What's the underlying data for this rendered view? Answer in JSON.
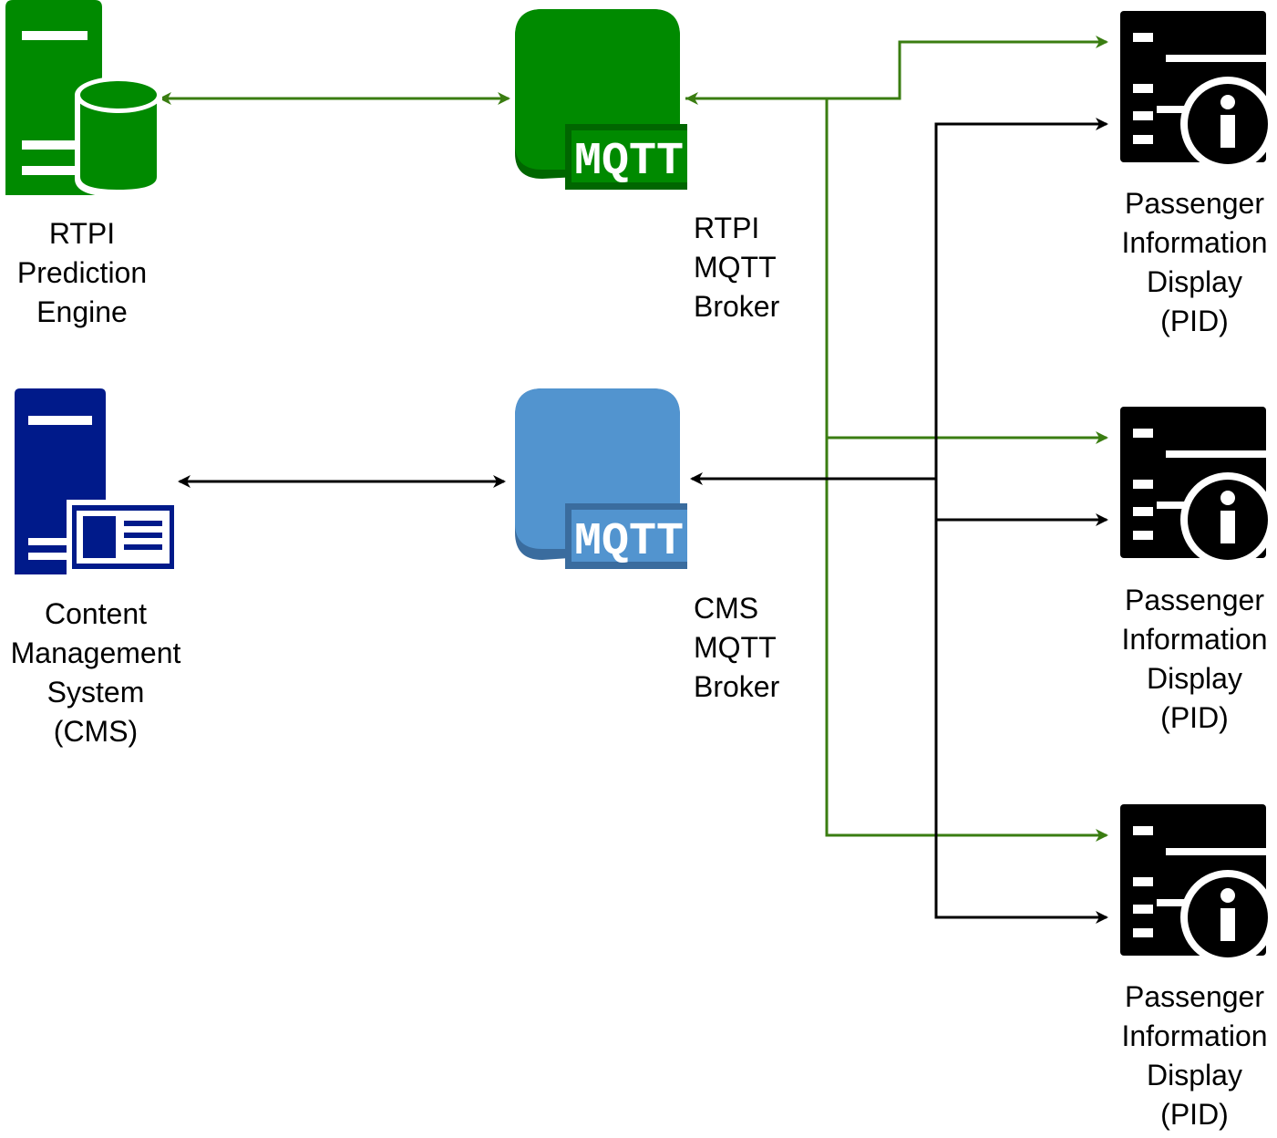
{
  "nodes": {
    "rtpi_engine": {
      "lines": [
        "RTPI",
        "Prediction",
        "Engine"
      ]
    },
    "rtpi_broker": {
      "lines": [
        "RTPI",
        "MQTT",
        "Broker"
      ],
      "badge": "MQTT"
    },
    "cms": {
      "lines": [
        "Content",
        "Management",
        "System",
        "(CMS)"
      ]
    },
    "cms_broker": {
      "lines": [
        "CMS",
        "MQTT",
        "Broker"
      ],
      "badge": "MQTT"
    },
    "pid_1": {
      "lines": [
        "Passenger",
        "Information",
        "Display",
        "(PID)"
      ]
    },
    "pid_2": {
      "lines": [
        "Passenger",
        "Information",
        "Display",
        "(PID)"
      ]
    },
    "pid_3": {
      "lines": [
        "Passenger",
        "Information",
        "Display",
        "(PID)"
      ]
    }
  },
  "icons": {
    "rtpi_engine": "database-server-icon",
    "rtpi_broker": "mqtt-broker-icon",
    "cms": "content-server-icon",
    "cms_broker": "mqtt-broker-icon",
    "pid": "information-display-icon"
  },
  "colors": {
    "rtpi": "#008a00",
    "rtpi_dark": "#006600",
    "rtpi_connector": "#3a7d11",
    "cms": "#001a8a",
    "cms_broker": "#5294cf",
    "cms_broker_dark": "#3a6c9e",
    "pid": "#000000"
  }
}
